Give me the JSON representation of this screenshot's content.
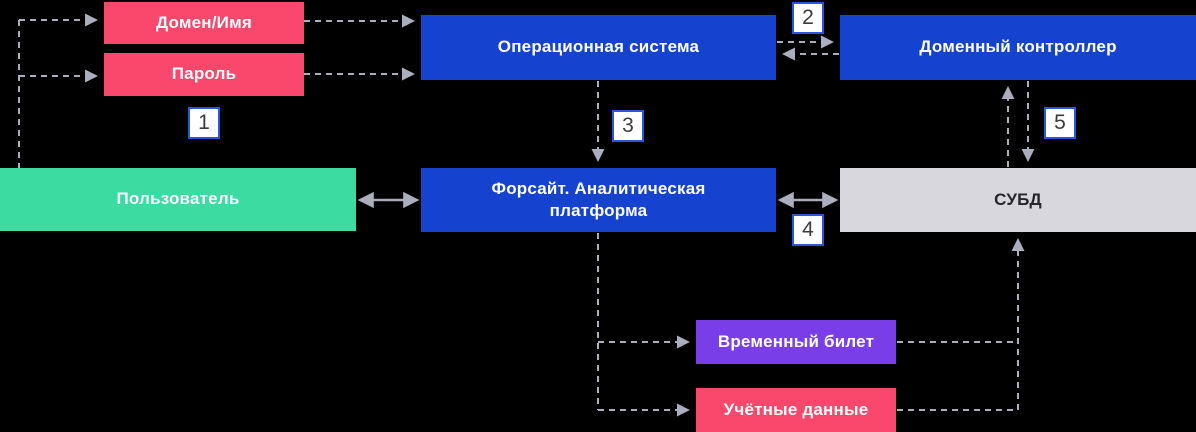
{
  "diagram": {
    "description": "Authentication flow diagram",
    "nodes": {
      "domain_name": {
        "label": "Домен/Имя",
        "color": "#F9486B"
      },
      "password": {
        "label": "Пароль",
        "color": "#F9486B"
      },
      "os": {
        "label": "Операционная система",
        "color": "#1543D0"
      },
      "domain_controller": {
        "label": "Доменный контроллер",
        "color": "#1543D0"
      },
      "user": {
        "label": "Пользователь",
        "color": "#3BDBA2"
      },
      "platform": {
        "label": "Форсайт. Аналитическая платформа",
        "color": "#1543D0"
      },
      "dbms": {
        "label": "СУБД",
        "color": "#D8D7DE"
      },
      "temp_ticket": {
        "label": "Временный билет",
        "color": "#7A3EE8"
      },
      "credentials": {
        "label": "Учётные данные",
        "color": "#F9486B"
      }
    },
    "steps": {
      "s1": "1",
      "s2": "2",
      "s3": "3",
      "s4": "4",
      "s5": "5"
    },
    "colors": {
      "background": "#000000",
      "connector": "#ABAEBC",
      "badge_border": "#2B55DB",
      "badge_text": "#3B3B40"
    }
  }
}
